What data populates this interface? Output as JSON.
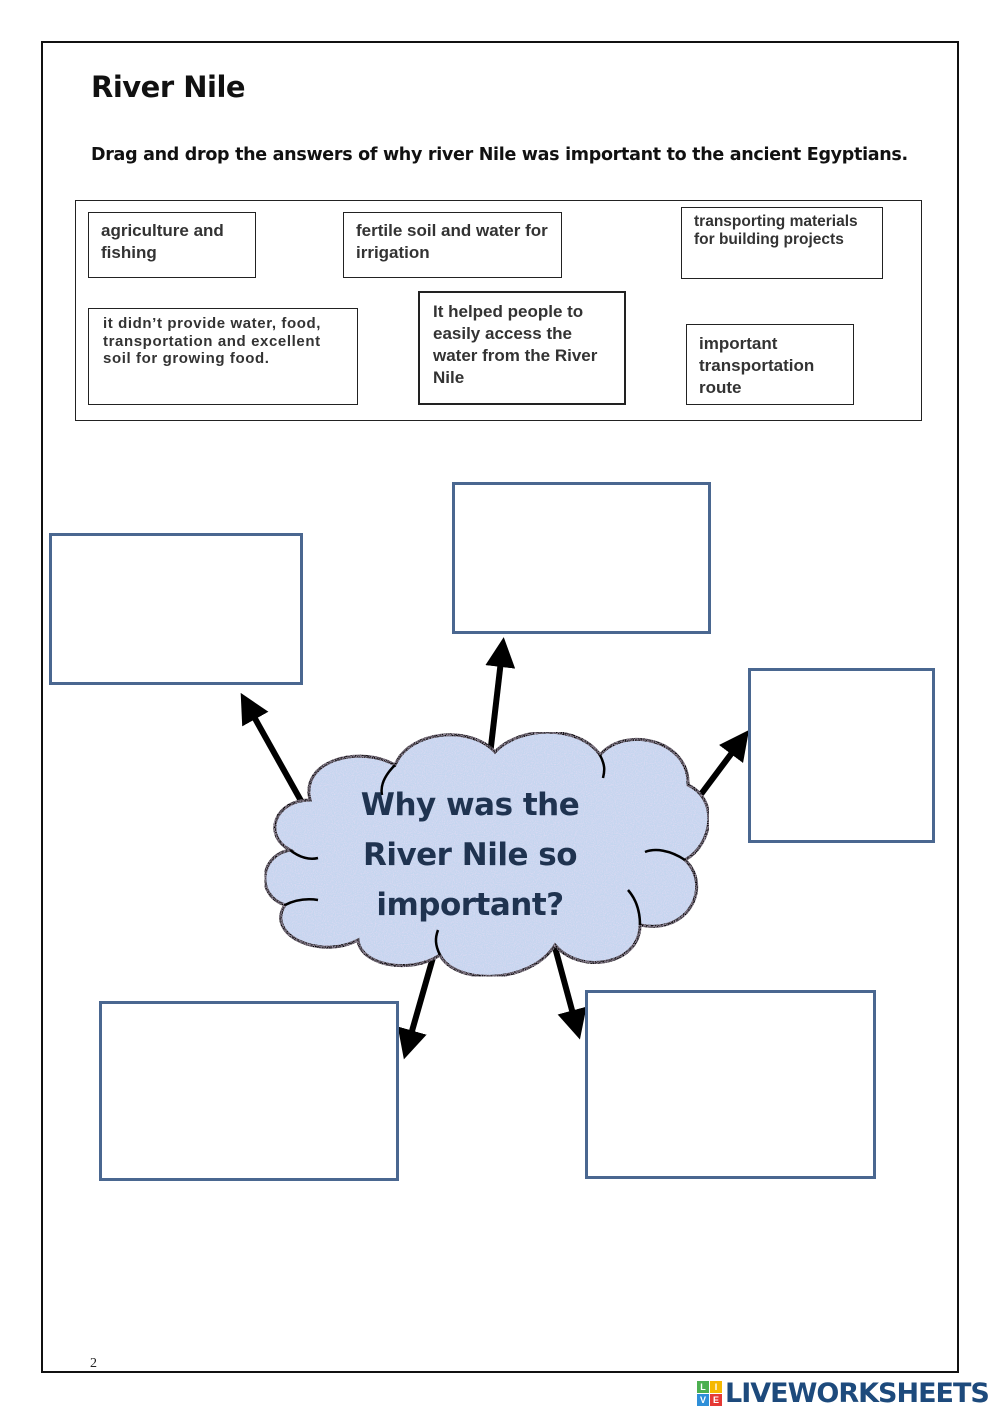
{
  "worksheet": {
    "title": "River Nile",
    "instructions": "Drag and drop the answers of why river Nile was important to the ancient Egyptians.",
    "page_number": "2"
  },
  "answer_bank": [
    {
      "id": "agriculture",
      "text": "agriculture and fishing"
    },
    {
      "id": "fertile-soil",
      "text": "fertile soil and water for irrigation"
    },
    {
      "id": "transporting-materials",
      "text": "transporting materials for building projects"
    },
    {
      "id": "didnt-provide",
      "text": "it didn’t provide water, food, transportation and excellent soil for growing food."
    },
    {
      "id": "access-water",
      "text": "It helped people to easily access the water from the River Nile"
    },
    {
      "id": "transportation-route",
      "text": "important transportation route"
    }
  ],
  "center_question": {
    "lines": [
      "Why was the",
      "River Nile so",
      "important?"
    ]
  },
  "drop_zones": [
    {
      "id": "top-left",
      "value": ""
    },
    {
      "id": "top-center",
      "value": ""
    },
    {
      "id": "right",
      "value": ""
    },
    {
      "id": "bottom-left",
      "value": ""
    },
    {
      "id": "bottom-right",
      "value": ""
    }
  ],
  "colors": {
    "drop_border": "#4a6790",
    "cloud_fill": "#c4d6ef",
    "question_text": "#1f3350",
    "brand": "#1d4a7c"
  },
  "branding": {
    "logo_text": "LIVEWORKSHEETS",
    "logo_letters": [
      "L",
      "I",
      "V",
      "E"
    ]
  }
}
